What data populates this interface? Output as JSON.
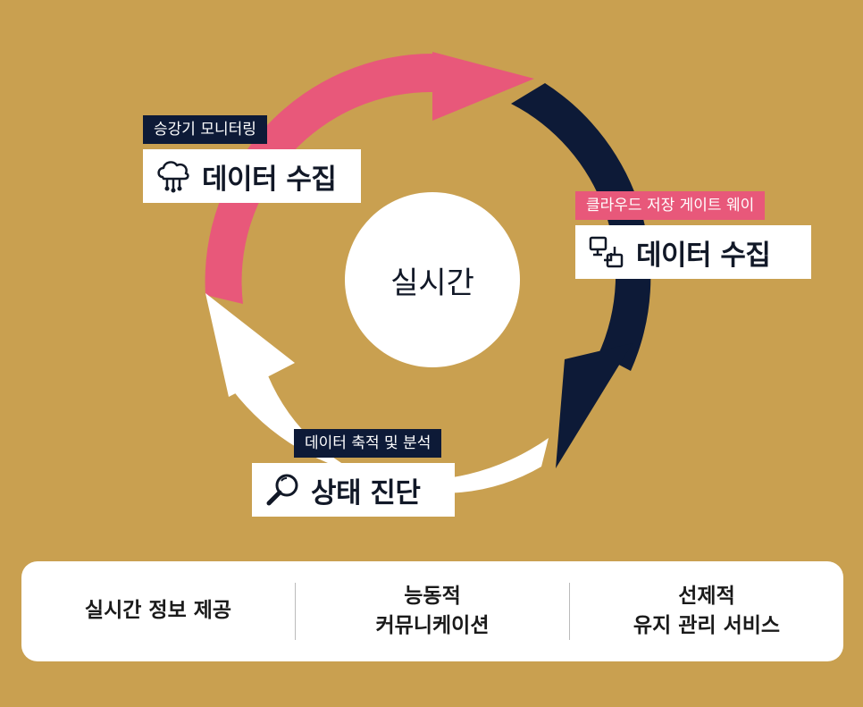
{
  "colors": {
    "background": "#C9A050",
    "pink": "#E8587A",
    "navy": "#0D1A37",
    "white": "#FFFFFF"
  },
  "center": {
    "label": "실시간"
  },
  "steps": [
    {
      "tag": "승강기 모니터링",
      "title": "데이터 수집",
      "icon": "cloud-network-icon"
    },
    {
      "tag": "클라우드 저장 게이트 웨이",
      "title": "데이터 수집",
      "icon": "device-connection-icon"
    },
    {
      "tag": "데이터 축적 및 분석",
      "title": "상태 진단",
      "icon": "magnifier-icon"
    }
  ],
  "benefits": [
    {
      "line1": "실시간 정보 제공",
      "line2": ""
    },
    {
      "line1": "능동적",
      "line2": "커뮤니케이션"
    },
    {
      "line1": "선제적",
      "line2": "유지 관리 서비스"
    }
  ]
}
